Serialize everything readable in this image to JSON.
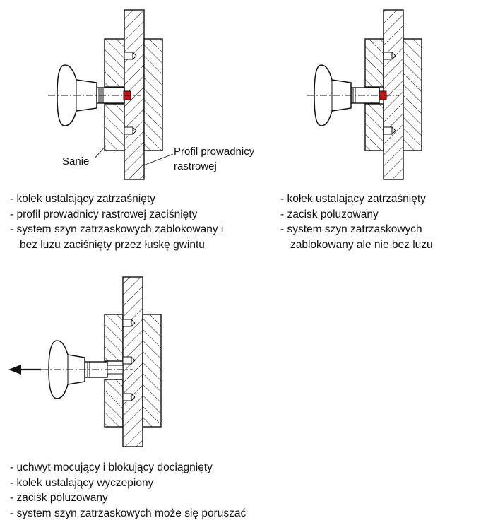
{
  "diagram1": {
    "label_slide": "Sanie",
    "label_profile_line1": "Profil prowadnicy",
    "label_profile_line2": "rastrowej",
    "items": [
      "- kołek ustalający zatrzaśnięty",
      "- profil prowadnicy rastrowej zaciśnięty",
      "- system szyn zatrzaskowych zablokowany i",
      "bez luzu zaciśnięty przez łuskę gwintu"
    ]
  },
  "diagram2": {
    "items": [
      "- kołek ustalający zatrzaśnięty",
      "- zacisk poluzowany",
      "- system szyn zatrzaskowych",
      "zablokowany ale nie bez luzu"
    ]
  },
  "diagram3": {
    "items": [
      "- uchwyt mocujący i blokujący dociągnięty",
      "- kołek ustalający wyczepiony",
      "- zacisk poluzowany",
      "- system szyn zatrzaskowych może się poruszać"
    ]
  },
  "colors": {
    "line": "#111111",
    "pin_highlight": "#d01010"
  }
}
